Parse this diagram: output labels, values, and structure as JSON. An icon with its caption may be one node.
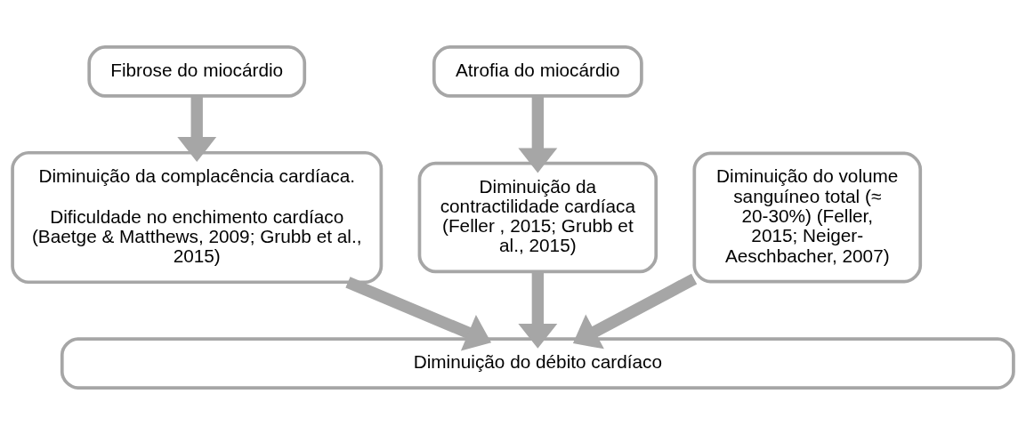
{
  "diagram": {
    "nodes": [
      {
        "text": [
          "Fibrose do miocárdio"
        ]
      },
      {
        "text": [
          "Atrofia do miocárdio"
        ]
      },
      {
        "text": [
          "Diminuição da complacência cardíaca.",
          "Dificuldade no enchimento cardíaco (Baetge & Matthews, 2009; Grubb et al., 2015)"
        ]
      },
      {
        "text": [
          "Diminuição da contractilidade cardíaca (Feller , 2015; Grubb et al., 2015)"
        ]
      },
      {
        "text": [
          "Diminuição do volume sanguíneo total (≈ 20-30%) (Feller, 2015; Neiger-Aeschbacher, 2007)"
        ]
      },
      {
        "text": [
          "Diminuição do débito cardíaco"
        ]
      }
    ],
    "edges": [
      {
        "from": 0,
        "to": 2,
        "arrow": "to"
      },
      {
        "from": 1,
        "to": 3,
        "arrow": "to"
      },
      {
        "from": 2,
        "to": 5,
        "arrow": "to"
      },
      {
        "from": 3,
        "to": 5,
        "arrow": "to"
      },
      {
        "from": 4,
        "to": 5,
        "arrow": "to"
      }
    ]
  }
}
